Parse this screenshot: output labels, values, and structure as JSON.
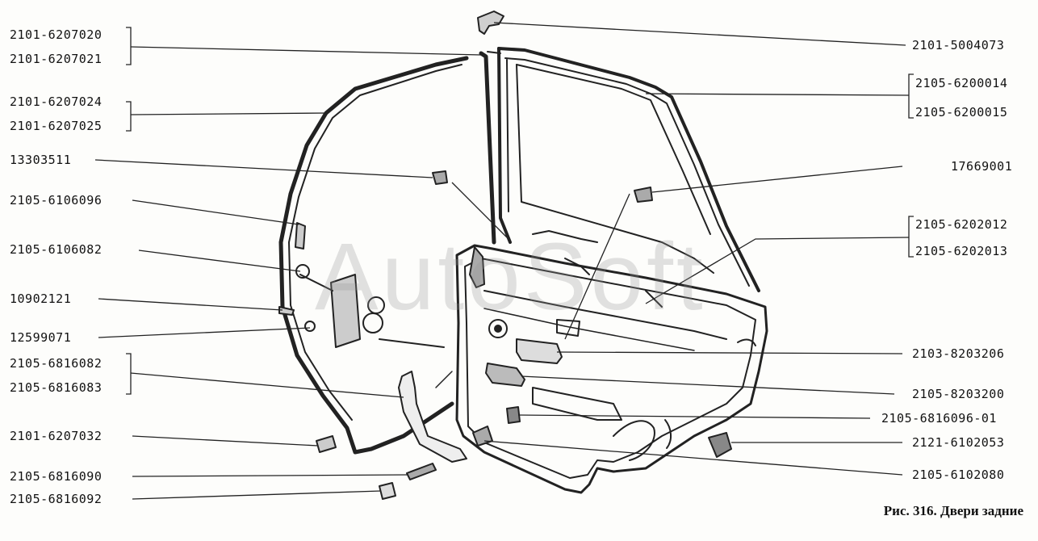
{
  "caption": "Рис. 316. Двери задние",
  "watermark": "AutoSoft",
  "labels": {
    "l1": "2101-6207020",
    "l2": "2101-6207021",
    "l3": "2101-6207024",
    "l4": "2101-6207025",
    "l5": "13303511",
    "l6": "2105-6106096",
    "l7": "2105-6106082",
    "l8": "10902121",
    "l9": "12599071",
    "l10": "2105-6816082",
    "l11": "2105-6816083",
    "l12": "2101-6207032",
    "l13": "2105-6816090",
    "l14": "2105-6816092",
    "r1": "2101-5004073",
    "r2": "2105-6200014",
    "r3": "2105-6200015",
    "r4": "17669001",
    "r5": "2105-6202012",
    "r6": "2105-6202013",
    "r7": "2103-8203206",
    "r8": "2105-8203200",
    "r9": "2105-6816096-01",
    "r10": "2121-6102053",
    "r11": "2105-6102080"
  }
}
